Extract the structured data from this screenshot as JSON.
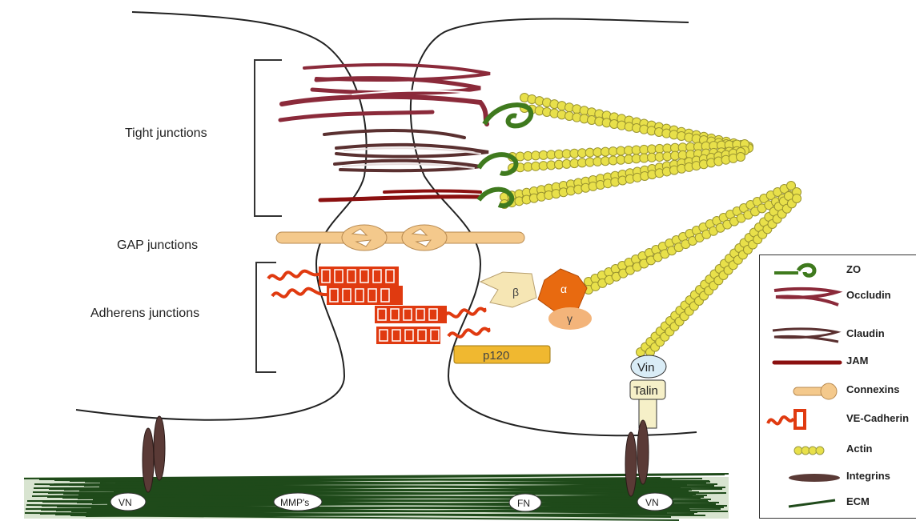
{
  "labels": {
    "tight": "Tight junctions",
    "gap": "GAP junctions",
    "adherens": "Adherens junctions"
  },
  "proteins": {
    "beta": "β",
    "alpha": "α",
    "gamma": "γ",
    "p120": "p120",
    "vin": "Vin",
    "talin": "Talin"
  },
  "ecm_labels": {
    "vn_left": "VN",
    "mmps": "MMP's",
    "fn": "FN",
    "vn_right": "VN"
  },
  "legend": [
    {
      "label": "ZO",
      "icon": "zo-icon"
    },
    {
      "label": "Occludin",
      "icon": "occludin-icon"
    },
    {
      "label": "Claudin",
      "icon": "claudin-icon"
    },
    {
      "label": "JAM",
      "icon": "jam-icon"
    },
    {
      "label": "Connexins",
      "icon": "connexin-icon"
    },
    {
      "label": "VE-Cadherin",
      "icon": "ve-cadherin-icon"
    },
    {
      "label": "Actin",
      "icon": "actin-icon"
    },
    {
      "label": "Integrins",
      "icon": "integrin-icon"
    },
    {
      "label": "ECM",
      "icon": "ecm-icon"
    }
  ],
  "colors": {
    "occludin": "#8b2a3a",
    "claudin": "#5a3030",
    "jam": "#8b1010",
    "zo": "#3f7a1e",
    "actin": "#e8e04a",
    "connexin": "#f4c98c",
    "cadherin": "#e03a10",
    "alpha": "#e86a10",
    "beta": "#f6e6b4",
    "gamma": "#f3b47a",
    "p120": "#f0b830",
    "integrin": "#5a3a36",
    "ecm": "#1f4a1a"
  }
}
